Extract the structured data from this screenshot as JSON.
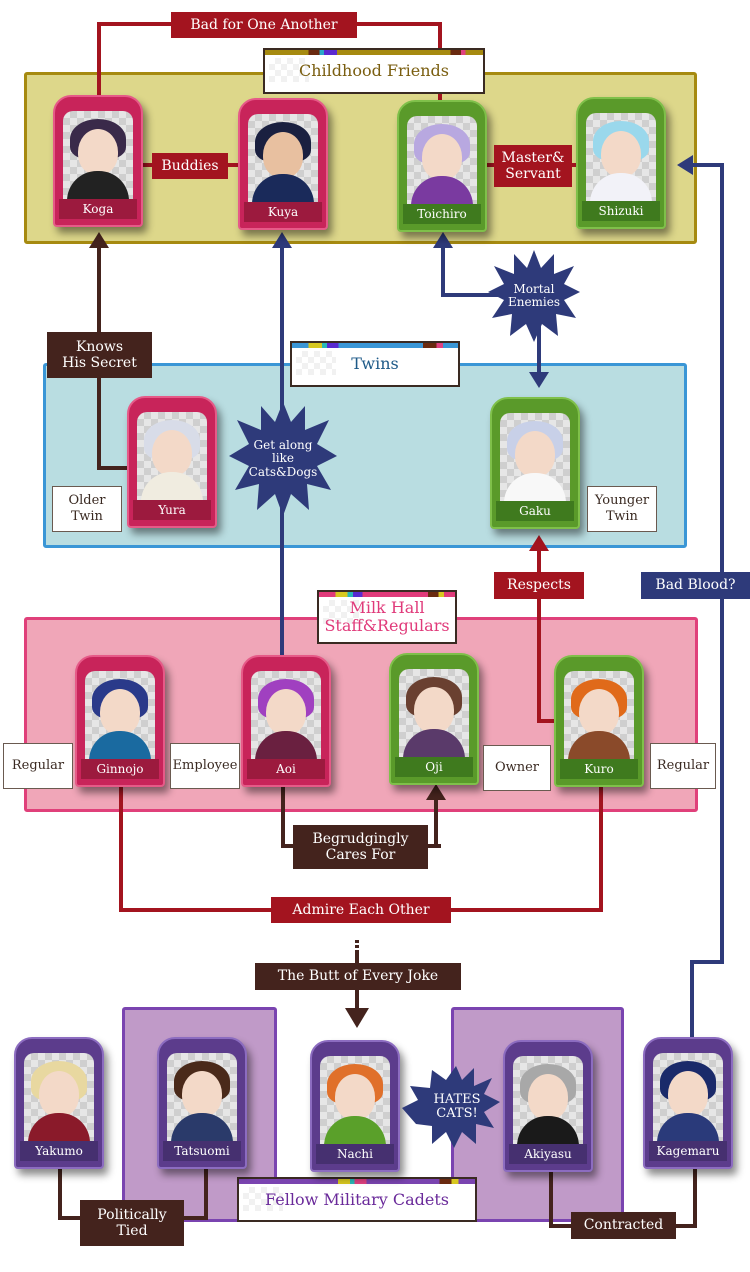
{
  "colors": {
    "red_line": "#a3141f",
    "navy_line": "#2e3a7a",
    "brown_line": "#44231d",
    "childhood_bg": "#ddd78a",
    "childhood_border": "#a68a10",
    "twins_bg": "#b9dde1",
    "twins_border": "#3a96d6",
    "milkhall_bg": "#f0a6b8",
    "milkhall_border": "#e0407a",
    "cadets_bg": "#c09ac8",
    "cadets_border": "#7a44b0"
  },
  "groups": {
    "childhood": {
      "title": "Childhood Friends"
    },
    "twins": {
      "title": "Twins"
    },
    "milkhall": {
      "title": "Milk Hall\nStaff&Regulars"
    },
    "cadets": {
      "title": "Fellow Military Cadets"
    }
  },
  "characters": {
    "koga": "Koga",
    "kuya": "Kuya",
    "toichiro": "Toichiro",
    "shizuki": "Shizuki",
    "yura": "Yura",
    "gaku": "Gaku",
    "ginnojo": "Ginnojo",
    "aoi": "Aoi",
    "oji": "Oji",
    "kuro": "Kuro",
    "yakumo": "Yakumo",
    "tatsuomi": "Tatsuomi",
    "nachi": "Nachi",
    "akiyasu": "Akiyasu",
    "kagemaru": "Kagemaru"
  },
  "relations": {
    "bad_for_one_another": "Bad for One Another",
    "buddies": "Buddies",
    "master_servant": "Master&\nServant",
    "mortal_enemies": "Mortal\nEnemies",
    "knows_his_secret": "Knows\nHis Secret",
    "cats_dogs": "Get along\nlike\nCats&Dogs",
    "respects": "Respects",
    "bad_blood": "Bad Blood?",
    "begrudgingly": "Begrudgingly\nCares For",
    "admire": "Admire Each Other",
    "butt_joke": "The Butt of Every Joke",
    "hates_cats": "HATES\nCATS!",
    "politically_tied": "Politically\nTied",
    "contracted": "Contracted"
  },
  "tags": {
    "older_twin": "Older\nTwin",
    "younger_twin": "Younger\nTwin",
    "ginnojo_role": "Regular",
    "aoi_role": "Employee",
    "oji_role": "Owner",
    "kuro_role": "Regular"
  }
}
